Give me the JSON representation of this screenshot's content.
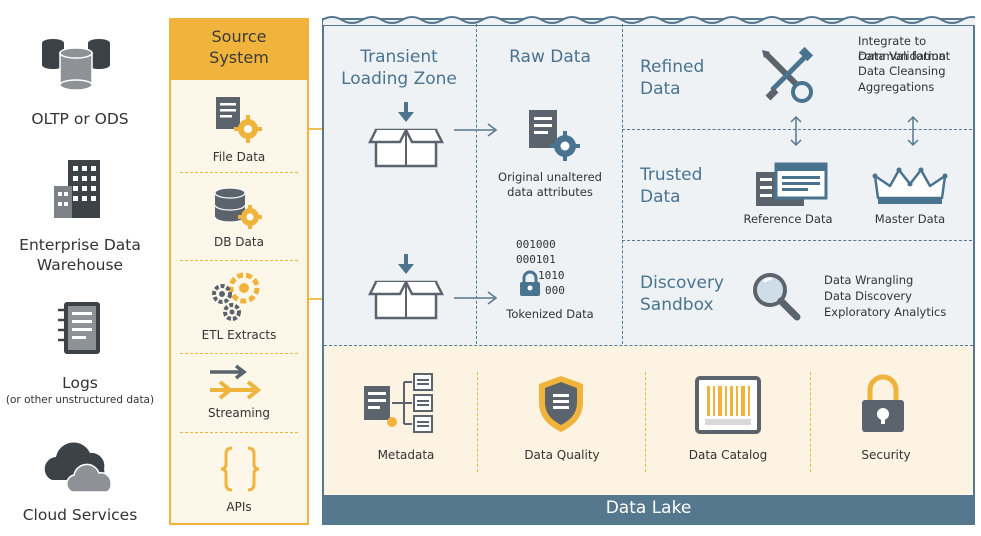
{
  "sources": [
    {
      "label": "OLTP or ODS",
      "icon": "database-cylinders-icon"
    },
    {
      "label": "Enterprise Data Warehouse",
      "icon": "building-icon"
    },
    {
      "label": "Logs",
      "sub": "(or other unstructured data)",
      "icon": "notebook-icon"
    },
    {
      "label": "Cloud Services",
      "icon": "cloud-icon"
    }
  ],
  "source_system": {
    "title": "Source System",
    "items": [
      {
        "label": "File Data",
        "icon": "file-gear-icon"
      },
      {
        "label": "DB Data",
        "icon": "database-gear-icon"
      },
      {
        "label": "ETL Extracts",
        "icon": "gears-icon"
      },
      {
        "label": "Streaming",
        "icon": "streaming-arrows-icon"
      },
      {
        "label": "APIs",
        "icon": "braces-icon"
      }
    ]
  },
  "transient": {
    "title": "Transient Loading Zone"
  },
  "raw": {
    "title": "Raw Data",
    "desc": "Original unaltered data attributes",
    "binary": [
      "001000",
      "000101",
      "1010",
      "000"
    ],
    "tokenized": "Tokenized Data"
  },
  "refined": {
    "title": "Refined Data",
    "notes": [
      "Integrate to common format",
      "Data Validation",
      "Data Cleansing",
      "Aggregations"
    ]
  },
  "trusted": {
    "title": "Trusted Data",
    "reference": "Reference Data",
    "master": "Master Data"
  },
  "discovery": {
    "title": "Discovery Sandbox",
    "notes": [
      "Data Wrangling",
      "Data Discovery",
      "Exploratory Analytics"
    ]
  },
  "governance": [
    {
      "label": "Metadata",
      "icon": "metadata-icon"
    },
    {
      "label": "Data Quality",
      "icon": "shield-icon"
    },
    {
      "label": "Data Catalog",
      "icon": "barcode-icon"
    },
    {
      "label": "Security",
      "icon": "padlock-icon"
    }
  ],
  "lake": {
    "title": "Data Lake"
  },
  "colors": {
    "accent": "#f0b43c",
    "lake": "#56788f",
    "title": "#4a7390",
    "icon": "#4d5560"
  }
}
